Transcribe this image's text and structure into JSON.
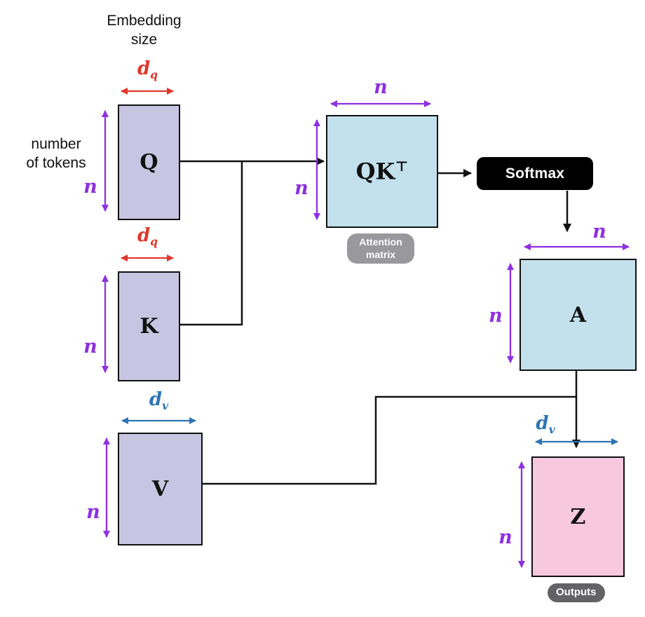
{
  "colors": {
    "matrix-lavender": "#c8c5e2",
    "matrix-blue": "#c3e1ec",
    "matrix-pink": "#f8c8de",
    "dim-purple": "#8e2fe0",
    "dim-red": "#e0362b",
    "dim-blue": "#2e74b5",
    "badge-gray": "#98989d",
    "badge-dark": "#636366",
    "line-black": "#111111"
  },
  "annotations": {
    "embedding_size": "Embedding\nsize",
    "number_of_tokens": "number\nof tokens"
  },
  "dims": {
    "n": "n",
    "d": "d",
    "q": "q",
    "v": "v"
  },
  "matrices": {
    "q": "Q",
    "k": "K",
    "v": "V",
    "a": "A",
    "z": "Z",
    "qkt_base": "QK",
    "qkt_sup": "⊤"
  },
  "softmax": "Softmax",
  "badges": {
    "attention": "Attention\nmatrix",
    "outputs": "Outputs"
  }
}
